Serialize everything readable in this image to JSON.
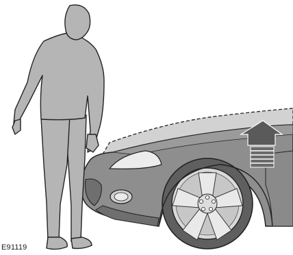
{
  "figure": {
    "caption_code": "E91119"
  },
  "icons": {
    "pedestrian": "pedestrian-figure",
    "car": "car-front-quarter",
    "deployed_hood": "active-bonnet-outline",
    "arrow": "upward-arrow-icon"
  },
  "colors": {
    "figure_fill": "#b5b5b5",
    "car_body": "#8e8e8e",
    "car_shadow": "#6f6f6f",
    "hood_outline": "#d2d2d2",
    "tire": "#5f5f5f",
    "wheel": "#d9d9d9",
    "outline": "#222222"
  }
}
